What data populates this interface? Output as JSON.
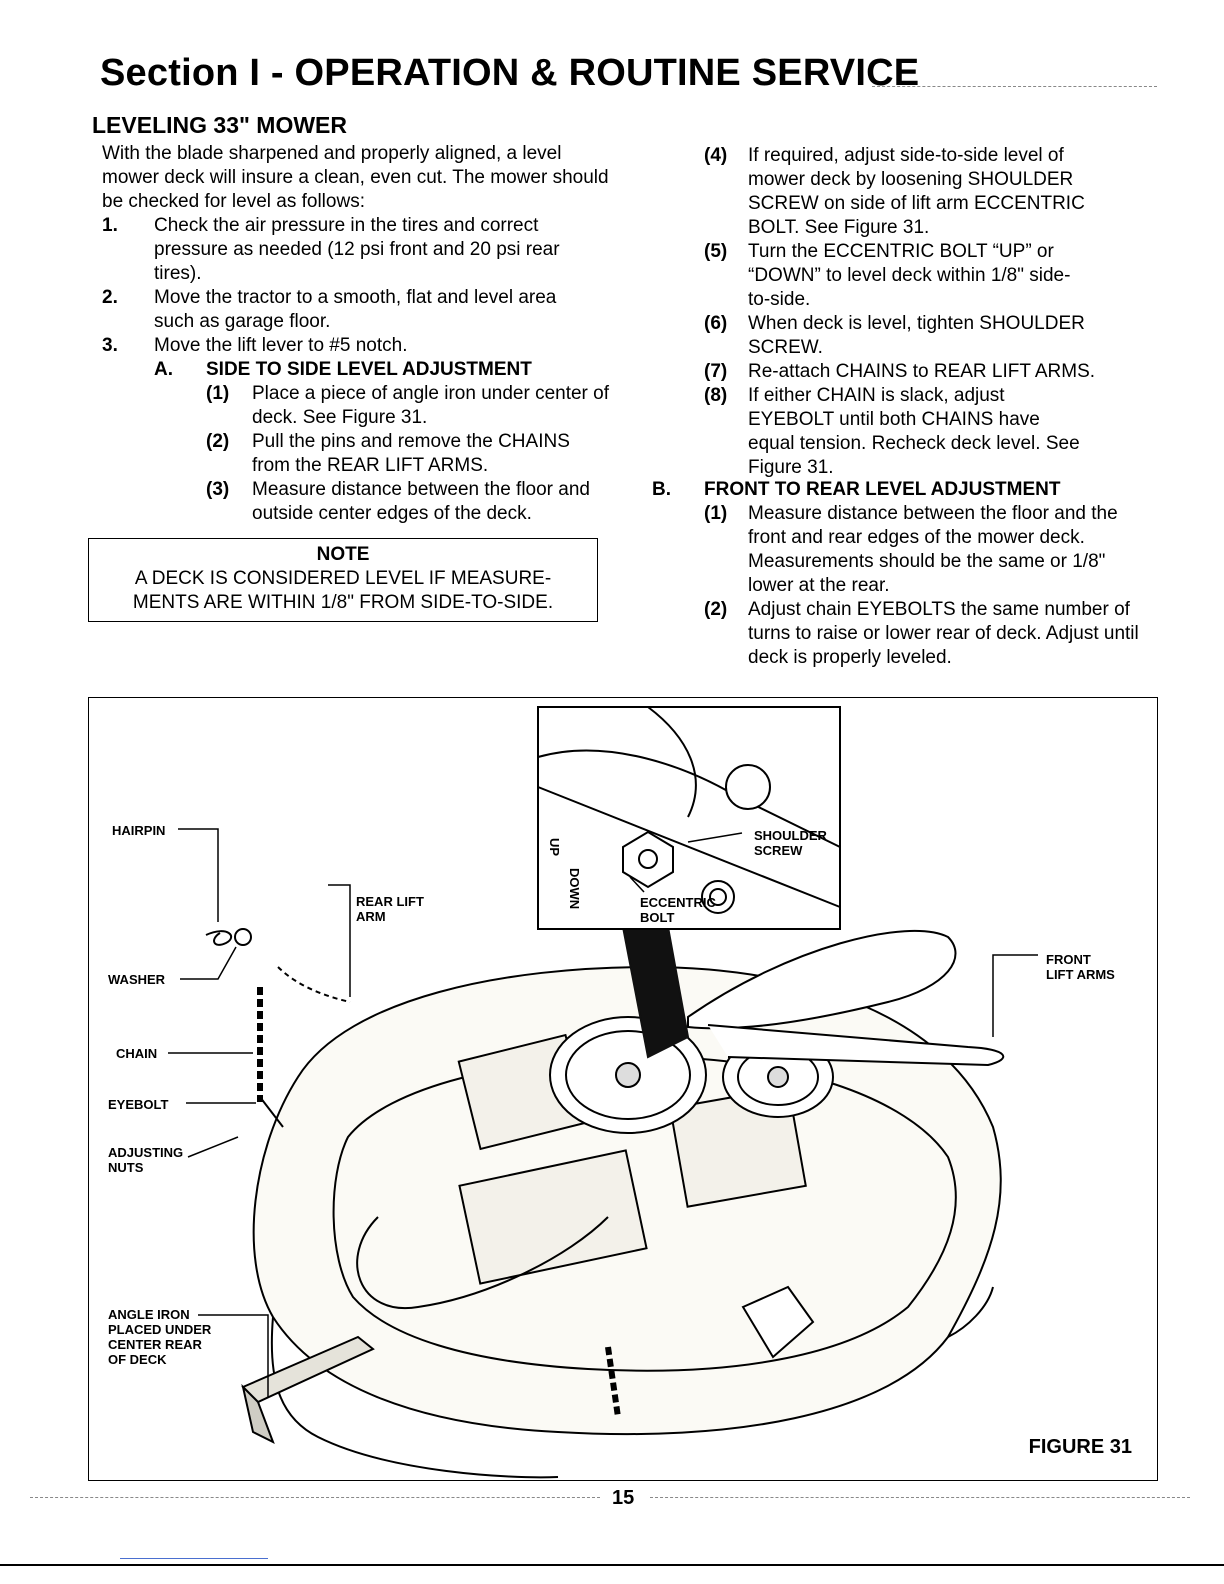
{
  "section_title": "Section I - OPERATION & ROUTINE SERVICE",
  "heading": "LEVELING 33\" MOWER",
  "intro": "With the blade sharpened and properly aligned, a level mower deck will insure a clean, even cut. The mower should be checked for level as follows:",
  "steps": [
    {
      "num": "1.",
      "text": "Check the air pressure in the tires and correct pressure as needed (12 psi front and 20 psi rear tires)."
    },
    {
      "num": "2.",
      "text": "Move the tractor to a smooth, flat and level area such as garage floor."
    },
    {
      "num": "3.",
      "text": "Move the lift lever to #5 notch."
    }
  ],
  "section_a": {
    "letter": "A.",
    "title": "SIDE TO SIDE LEVEL ADJUSTMENT",
    "items": [
      {
        "num": "(1)",
        "text": "Place a piece of angle iron under center of deck. See Figure 31."
      },
      {
        "num": "(2)",
        "text": "Pull the pins and remove the CHAINS from the REAR LIFT ARMS."
      },
      {
        "num": "(3)",
        "text": "Measure distance between the floor and outside center edges of the deck."
      },
      {
        "num": "(4)",
        "text": "If required, adjust side-to-side level of mower deck by loosening SHOULDER SCREW on side of lift arm ECCENTRIC BOLT. See Figure 31."
      },
      {
        "num": "(5)",
        "text": "Turn the ECCENTRIC BOLT “UP” or “DOWN” to level deck within 1/8\" side-to-side."
      },
      {
        "num": "(6)",
        "text": "When deck is level, tighten SHOULDER SCREW."
      },
      {
        "num": "(7)",
        "text": "Re-attach CHAINS to REAR LIFT ARMS."
      },
      {
        "num": "(8)",
        "text": "If either CHAIN is slack, adjust EYEBOLT until both CHAINS have equal tension. Recheck deck level. See Figure 31."
      }
    ]
  },
  "note": {
    "title": "NOTE",
    "text": "A DECK IS CONSIDERED LEVEL IF MEASUREMENTS ARE WITHIN 1/8\" FROM SIDE-TO-SIDE.",
    "line1": "A DECK IS CONSIDERED LEVEL IF MEASURE-",
    "line2": "MENTS ARE WITHIN 1/8\" FROM SIDE-TO-SIDE."
  },
  "section_b": {
    "letter": "B.",
    "title": "FRONT TO REAR LEVEL ADJUSTMENT",
    "items": [
      {
        "num": "(1)",
        "text": "Measure distance between the floor and the front and rear edges of the mower deck. Measurements should be the same or 1/8\" lower at the rear."
      },
      {
        "num": "(2)",
        "text": "Adjust chain EYEBOLTS the same number of turns to raise or lower rear of deck. Adjust until deck is properly leveled."
      }
    ]
  },
  "figure": {
    "labels": {
      "hairpin": "HAIRPIN",
      "rear_lift_arm_1": "REAR LIFT",
      "rear_lift_arm_2": "ARM",
      "washer": "WASHER",
      "chain": "CHAIN",
      "eyebolt": "EYEBOLT",
      "adjusting_nuts_1": "ADJUSTING",
      "adjusting_nuts_2": "NUTS",
      "angle_iron_1": "ANGLE IRON",
      "angle_iron_2": "PLACED UNDER",
      "angle_iron_3": "CENTER REAR",
      "angle_iron_4": "OF DECK",
      "shoulder_screw_1": "SHOULDER",
      "shoulder_screw_2": "SCREW",
      "eccentric_bolt_1": "ECCENTRIC",
      "eccentric_bolt_2": "BOLT",
      "front_lift_arms_1": "FRONT",
      "front_lift_arms_2": "LIFT ARMS",
      "up": "UP",
      "down": "DOWN"
    },
    "caption": "FIGURE 31"
  },
  "page_number": "15"
}
